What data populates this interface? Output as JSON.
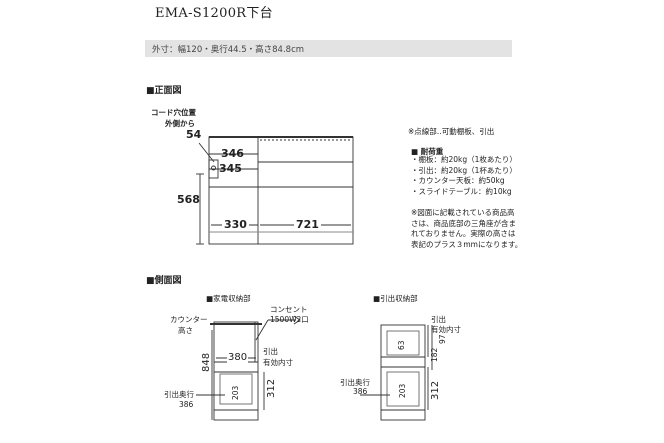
{
  "title": "EMA-S1200R下台",
  "dimensions": "外寸：幅120・奥行44.5・高さ84.8cm",
  "front": {
    "heading": "■正面図",
    "cord_label_1": "コード穴位置",
    "cord_label_2": "外側から",
    "cord_value": "54",
    "dim_346": "346",
    "dim_345": "345",
    "dim_568": "568",
    "dim_330": "330",
    "dim_721": "721"
  },
  "notes": {
    "dotted_note": "※点線部‥可動棚板、引出",
    "load_heading": "■ 耐荷重",
    "load_items": [
      "・棚板：約20kg（1枚あたり）",
      "・引出：約20kg（1杯あたり）",
      "・カウンター天板：約50kg",
      "・スライドテーブル：約10kg"
    ],
    "disclaimer": [
      "※図面に記載されている商品高",
      "さは、商品底部の三角座が含ま",
      "れておりません。実際の高さは",
      "表記のプラス３mmになります。"
    ]
  },
  "side": {
    "heading": "■側面図",
    "left": {
      "heading": "■家電収納部",
      "counter_1": "カウンター",
      "counter_2": "高さ",
      "outlet_1": "コンセント",
      "outlet_2": "1500W2口",
      "dim_848": "848",
      "dim_380": "380",
      "drawer_label_1": "引出",
      "drawer_label_2": "有効内寸",
      "dim_203": "203",
      "dim_312": "312",
      "depth_label": "引出奥行",
      "depth_value": "386"
    },
    "right": {
      "heading": "■引出収納部",
      "drawer_label_1": "引出",
      "drawer_label_2": "有効内寸",
      "dim_63": "63",
      "dim_97": "97",
      "dim_182": "182",
      "dim_203": "203",
      "dim_312": "312",
      "depth_label": "引出奥行",
      "depth_value": "386"
    }
  }
}
